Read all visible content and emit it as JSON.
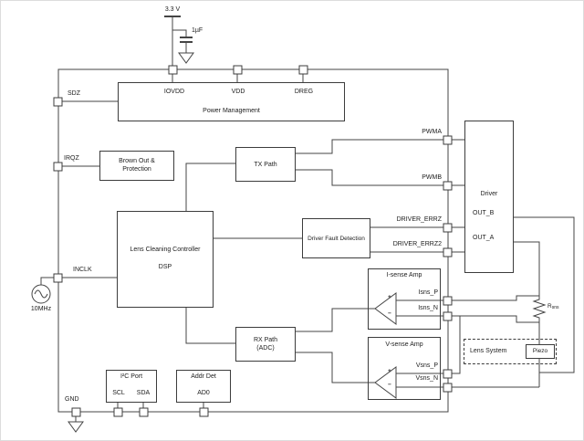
{
  "figure": {
    "supply": {
      "voltage": "3.3 V",
      "cap": "1µF"
    },
    "clock": {
      "freq": "10MHz"
    },
    "pins": {
      "sdz": "SDZ",
      "irqz": "IRQZ",
      "inclk": "INCLK",
      "gnd": "GND"
    },
    "blocks": {
      "power_mgmt": {
        "title": "Power Management",
        "iovdd": "IOVDD",
        "vdd": "VDD",
        "dreg": "DREG"
      },
      "brown_out": {
        "line1": "Brown Out &",
        "line2": "Protection"
      },
      "tx_path": {
        "title": "TX Path"
      },
      "dsp": {
        "line1": "Lens Cleaning Controller",
        "line2": "DSP"
      },
      "fault": {
        "title": "Driver Fault Detection"
      },
      "i_sense": {
        "title": "I-sense Amp",
        "plus": "+",
        "minus": "−"
      },
      "v_sense": {
        "title": "V-sense Amp",
        "plus": "+",
        "minus": "−"
      },
      "rx_path": {
        "line1": "RX Path",
        "line2": "(ADC)"
      },
      "i2c": {
        "title": "I²C Port",
        "scl": "SCL",
        "sda": "SDA"
      },
      "addr": {
        "title": "Addr Det",
        "ad0": "AD0"
      },
      "driver": {
        "title": "Driver",
        "out_b": "OUT_B",
        "out_a": "OUT_A"
      },
      "lens": {
        "title": "Lens System",
        "piezo": "Piezo"
      }
    },
    "signals": {
      "pwma": "PWMA",
      "pwmb": "PWMB",
      "err1": "DRIVER_ERRZ",
      "err2": "DRIVER_ERRZ2",
      "isns_p": "Isns_P",
      "isns_n": "Isns_N",
      "vsns_p": "Vsns_P",
      "vsns_n": "Vsns_N"
    },
    "rsns": {
      "base": "R",
      "sub": "sns"
    },
    "colors": {
      "line": "#444444",
      "text": "#1c1c1c",
      "background": "#ffffff"
    }
  }
}
